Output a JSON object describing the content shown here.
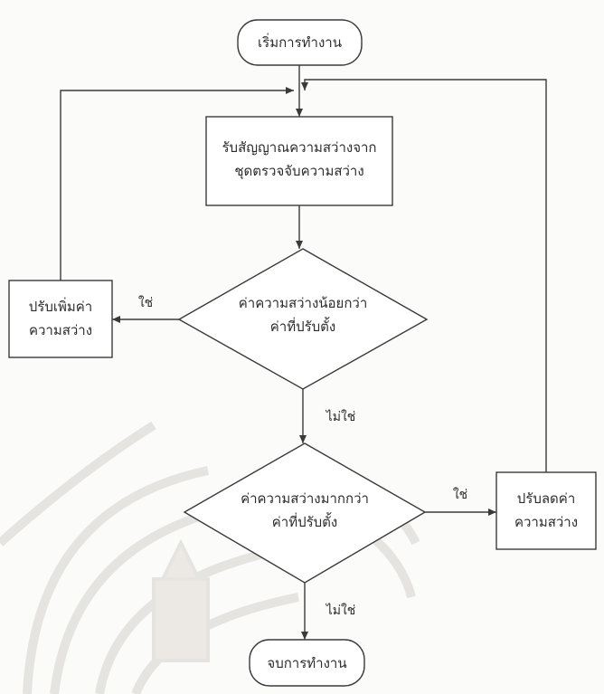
{
  "flowchart": {
    "start": "เริ่มการทำงาน",
    "read_signal": [
      "รับสัญญาณความสว่างจาก",
      "ชุดตรวจจับความสว่าง"
    ],
    "check_less": [
      "ค่าความสว่างน้อยกว่า",
      "ค่าที่ปรับตั้ง"
    ],
    "increase": [
      "ปรับเพิ่มค่า",
      "ความสว่าง"
    ],
    "check_more": [
      "ค่าความสว่างมากกว่า",
      "ค่าที่ปรับตั้ง"
    ],
    "decrease": [
      "ปรับลดค่า",
      "ความสว่าง"
    ],
    "end": "จบการทำงาน",
    "labels": {
      "yes_left": "ใช่",
      "no_down_1": "ไม่ใช่",
      "yes_right": "ใช่",
      "no_down_2": "ไม่ใช่"
    }
  },
  "colors": {
    "line": "#3a3a3a",
    "text": "#2c2c2c",
    "watermark": "#e6e4e0"
  }
}
